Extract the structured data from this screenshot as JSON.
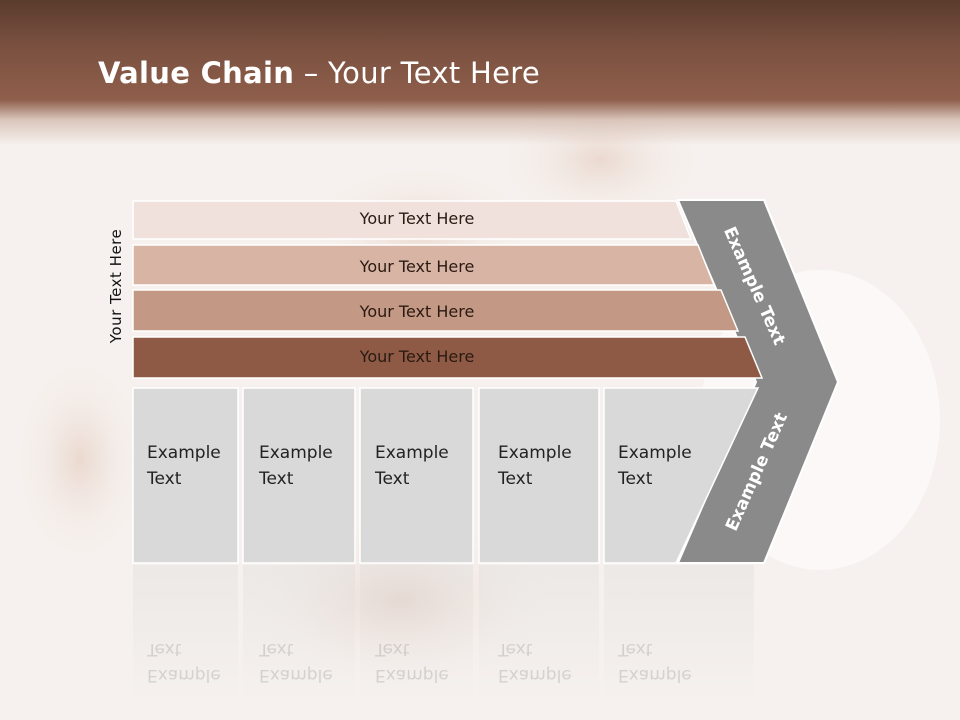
{
  "slide": {
    "title_bold": "Value Chain",
    "title_rest": " – Your Text Here",
    "side_label": "Your Text Here"
  },
  "bars": [
    {
      "label": "Your Text Here",
      "color": "#f0e1dc"
    },
    {
      "label": "Your Text Here",
      "color": "#d8b4a4"
    },
    {
      "label": "Your Text Here",
      "color": "#c39884"
    },
    {
      "label": "Your Text Here",
      "color": "#8e5a45"
    }
  ],
  "boxes": [
    {
      "line1": "Example",
      "line2": "Text"
    },
    {
      "line1": "Example",
      "line2": "Text"
    },
    {
      "line1": "Example",
      "line2": "Text"
    },
    {
      "line1": "Example",
      "line2": "Text"
    },
    {
      "line1": "Example",
      "line2": "Text"
    }
  ],
  "chevron": {
    "top_label": "Example Text",
    "bottom_label": "Example Text",
    "color": "#8a8a8a"
  }
}
